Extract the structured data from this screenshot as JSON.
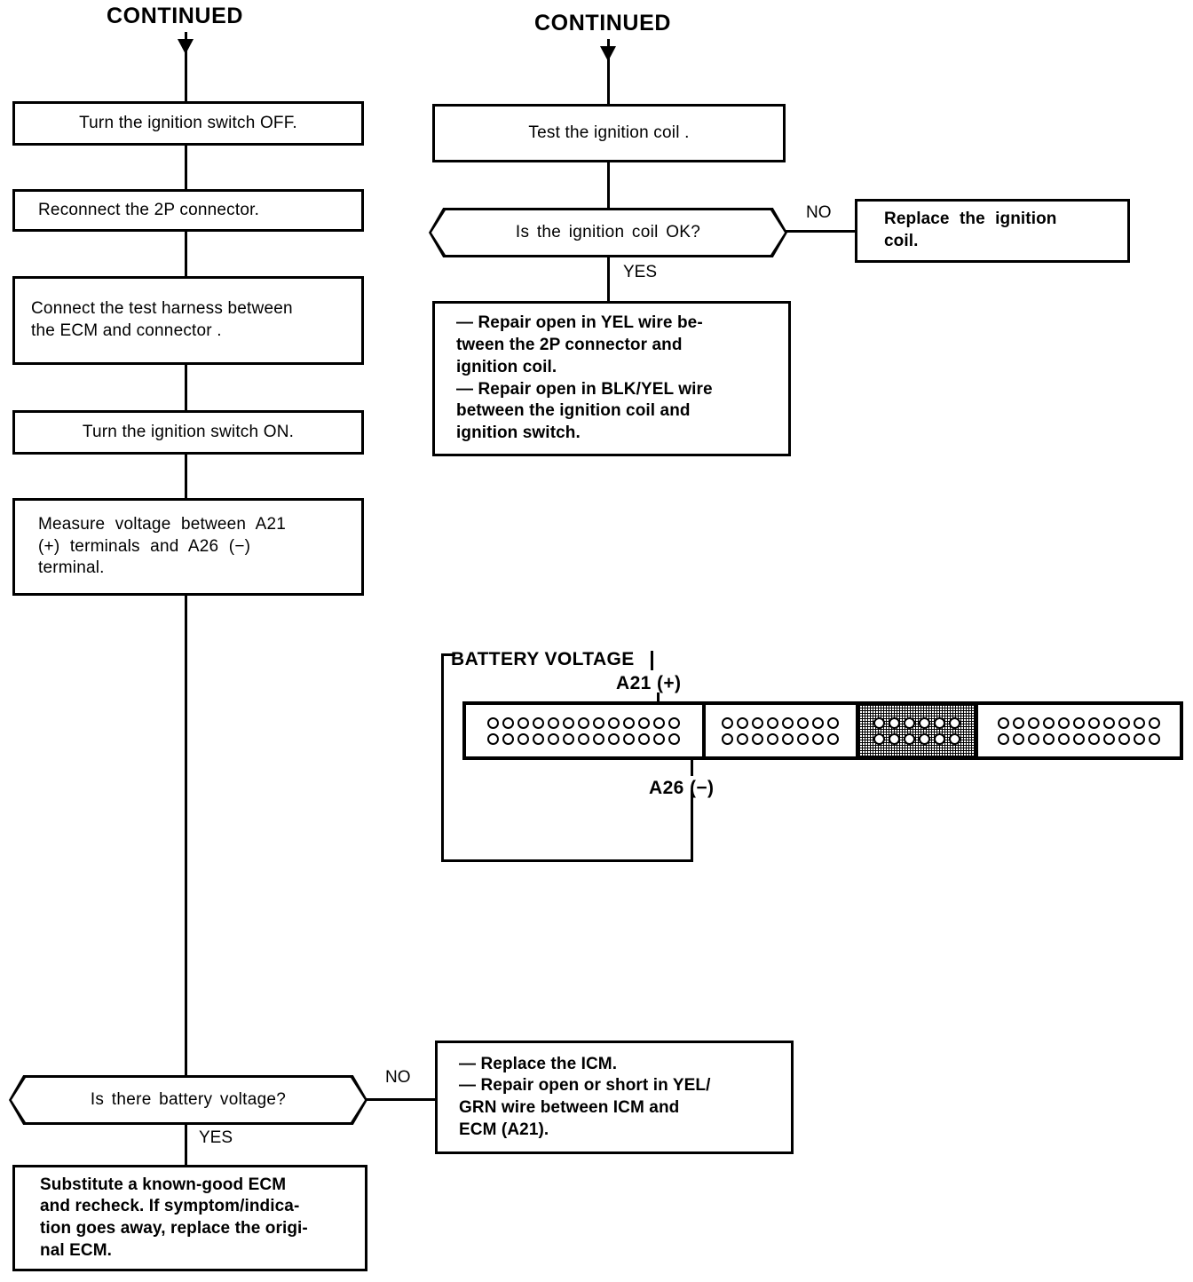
{
  "headers": {
    "left": "CONTINUED",
    "right": "CONTINUED"
  },
  "left_column": {
    "steps": [
      {
        "id": "turn-ignition-off",
        "text": "Turn the ignition switch OFF."
      },
      {
        "id": "reconnect-2p-connector",
        "text": "Reconnect the 2P connector."
      },
      {
        "id": "connect-test-harness",
        "text": "Connect the test harness between\nthe ECM and connector ."
      },
      {
        "id": "turn-ignition-on",
        "text": "Turn the ignition switch ON."
      },
      {
        "id": "measure-voltage",
        "text": "Measure voltage between A21\n(+) terminals and A26 (−)\nterminal."
      }
    ],
    "decision": {
      "text": "Is there battery voltage?",
      "yes_label": "YES",
      "no_label": "NO"
    },
    "no_branch": {
      "text": "—  Replace the ICM.\n—  Repair open or short in YEL/\n    GRN wire between ICM and\n    ECM (A21)."
    },
    "final": {
      "text": "Substitute a known-good ECM\nand recheck. If symptom/indica-\ntion goes away, replace the origi-\nnal ECM."
    }
  },
  "right_column": {
    "steps": [
      {
        "id": "test-ignition-coil",
        "text": "Test the ignition coil ."
      }
    ],
    "decision": {
      "text": "Is the ignition coil OK?",
      "yes_label": "YES",
      "no_label": "NO"
    },
    "no_branch": {
      "text": "Replace  the  ignition\ncoil."
    },
    "yes_branch": {
      "text": "—  Repair open in YEL wire be-\n    tween the 2P connector and\n    ignition coil.\n—  Repair open in BLK/YEL wire\n    between the ignition coil and\n    ignition switch."
    }
  },
  "connector_diagram": {
    "callout_label": "BATTERY VOLTAGE",
    "terminal_positive": "A21 (+)",
    "terminal_negative": "A26 (−)",
    "segments": [
      {
        "id": "segment-1",
        "pins_per_row": 13,
        "rows": 2,
        "shaded": false
      },
      {
        "id": "segment-2",
        "pins_per_row": 8,
        "rows": 2,
        "shaded": false
      },
      {
        "id": "segment-3",
        "pins_per_row": 6,
        "rows": 2,
        "shaded": true
      },
      {
        "id": "segment-4",
        "pins_per_row": 11,
        "rows": 2,
        "shaded": false
      }
    ]
  },
  "colors": {
    "ink": "#000000",
    "paper": "#ffffff"
  }
}
